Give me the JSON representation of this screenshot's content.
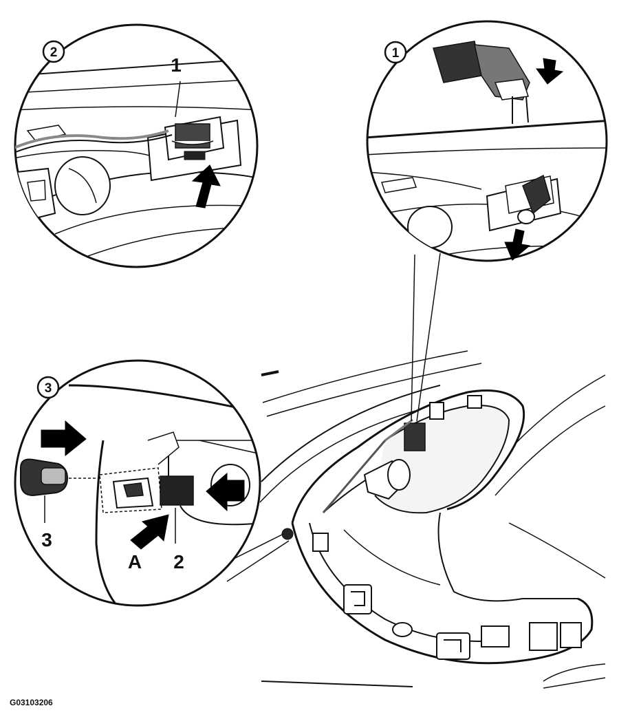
{
  "figure_id": "G03103206",
  "callouts": {
    "detail_1": "1",
    "detail_2": "2",
    "detail_3": "3",
    "part_1": "1",
    "part_2": "2",
    "part_3": "3",
    "point_a": "A"
  },
  "colors": {
    "line": "#111111",
    "shade": "#9a9a9a",
    "dark": "#222222",
    "background": "#ffffff"
  }
}
